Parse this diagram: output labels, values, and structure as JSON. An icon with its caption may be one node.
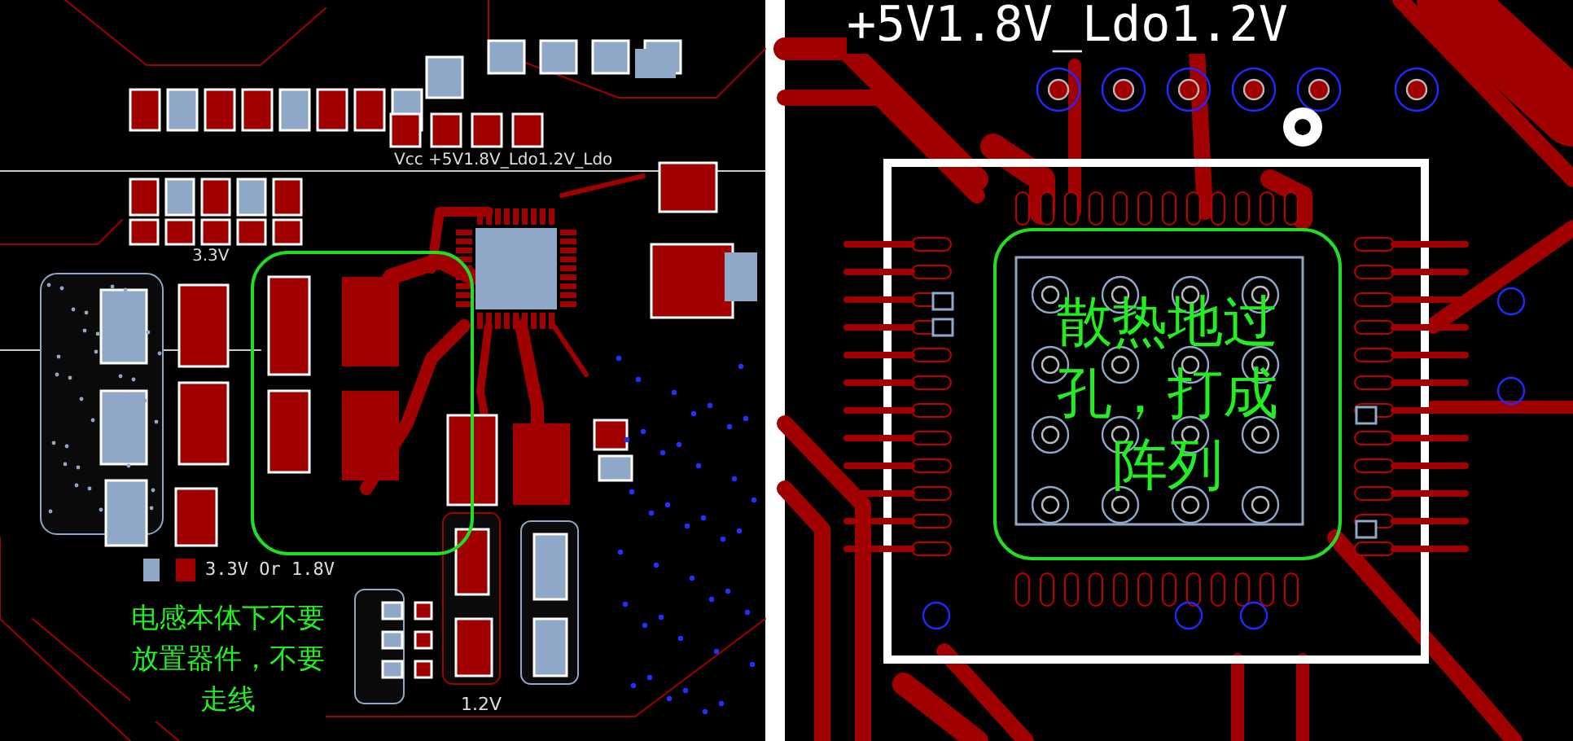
{
  "diagram": {
    "nodes": [
      {
        "text": [
          "散热地过孔，打成阵列"
        ]
      }
    ],
    "labels": [
      "Vcc +5V1.8V_Ldo1.2V_Ldo",
      "3.3V",
      "3.3V Or 1.8V",
      "1.2V",
      "+5V1.8V_Ldo1.2V",
      "电感本体下不要放置器件，不要走线"
    ]
  }
}
